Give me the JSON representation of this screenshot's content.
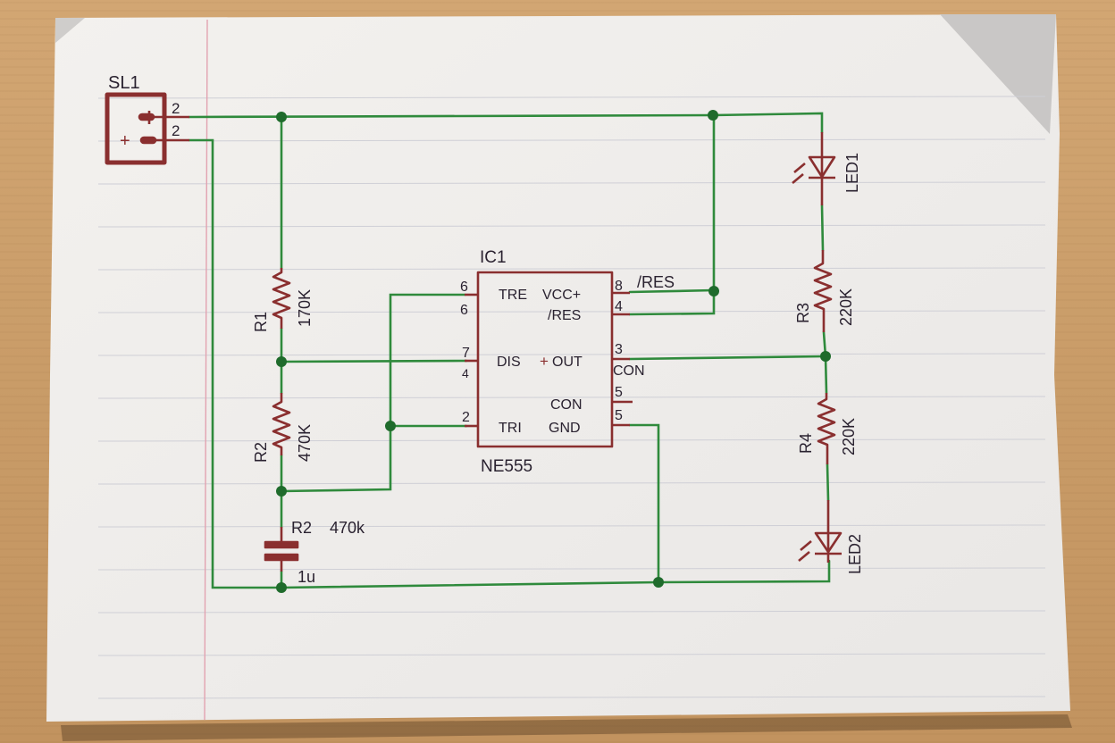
{
  "scene": {
    "description": "Hand-drawn NE555 LED flasher schematic on crumpled lined paper",
    "colors": {
      "wood": "#cda06c",
      "paper": "#f1efec",
      "wire": "#2f8a3c",
      "component": "#8a2f2f",
      "text": "#2a2230",
      "margin_line": "#e2a2b0",
      "rule_line": "#c9c9cf"
    }
  },
  "connector": {
    "ref": "SL1",
    "pin_top_number": "2",
    "pin_bottom_number": "2",
    "plus_symbol": "+"
  },
  "ic": {
    "ref": "IC1",
    "part": "NE555",
    "left_pins": [
      {
        "number": "6",
        "alt": "6",
        "label": "TRE"
      },
      {
        "number": "7",
        "alt": "4",
        "label": "DIS"
      },
      {
        "number": "2",
        "alt": "",
        "label": "TRI"
      }
    ],
    "right_pins": [
      {
        "number": "8",
        "label": "VCC+",
        "net": "/RES"
      },
      {
        "number": "4",
        "label": "/RES"
      },
      {
        "number": "3",
        "label": "OUT",
        "net": "CON"
      },
      {
        "number": "5",
        "label": "CON"
      },
      {
        "number": "5",
        "label": "GND"
      }
    ],
    "plus_marker": "+"
  },
  "resistors": [
    {
      "ref": "R1",
      "value": "170K"
    },
    {
      "ref": "R2",
      "value": "470K"
    },
    {
      "ref": "R3",
      "value": "220K"
    },
    {
      "ref": "R4",
      "value": "220K"
    }
  ],
  "capacitor": {
    "ref": "R2",
    "ref_value": "470k",
    "value": "1u"
  },
  "leds": [
    {
      "ref": "LED1"
    },
    {
      "ref": "LED2"
    }
  ]
}
